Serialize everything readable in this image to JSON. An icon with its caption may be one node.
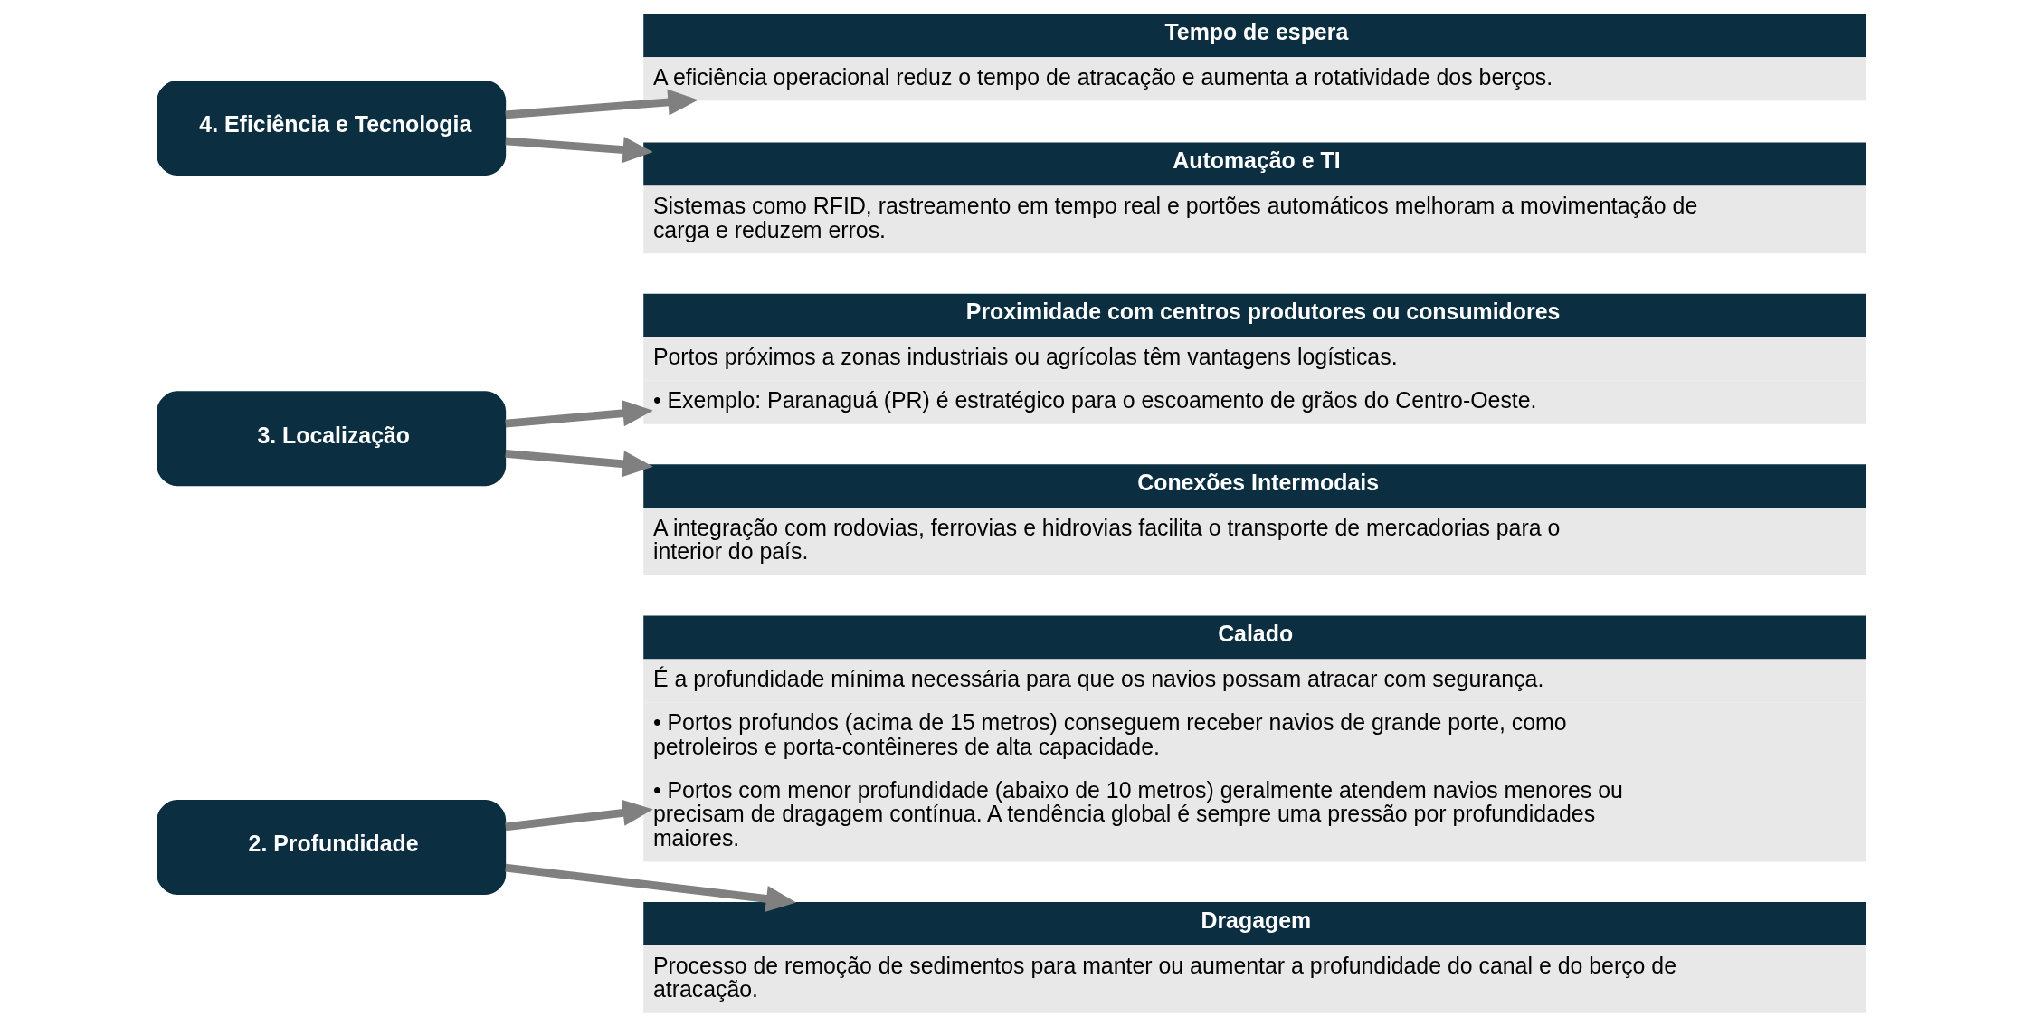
{
  "diagram": {
    "nodes": [
      {
        "text": [
          "2. Profundidade"
        ]
      },
      {
        "text": [
          "Calado",
          "É a profundidade mínima necessária para que os navios possam atracar com segurança.",
          "• Portos profundos (acima de 15 metros) conseguem receber navios de grande porte, como petroleiros e porta-contêineres de alta capacidade.",
          "• Portos com menor profundidade (abaixo de 10 metros) geralmente atendem navios menores ou precisam de dragagem contínua. A tendência global é sempre uma pressão por profundidades maiores."
        ]
      },
      {
        "text": [
          "Dragagem",
          "Processo de remoção de sedimentos para manter ou aumentar a profundidade do canal e do berço de atracação."
        ]
      },
      {
        "text": [
          "3. Localização"
        ]
      },
      {
        "text": [
          "Proximidade com centros produtores ou consumidores",
          "Portos próximos a zonas industriais ou agrícolas têm vantagens logísticas.",
          "• Exemplo: Paranaguá (PR) é estratégico para o escoamento de grãos do Centro-Oeste."
        ]
      },
      {
        "text": [
          "Conexões Intermodais",
          "A integração com rodovias, ferrovias e hidrovias facilita o transporte de mercadorias para o interior do país."
        ]
      },
      {
        "text": [
          "4. Eficiência e Tecnologia"
        ]
      },
      {
        "text": [
          "Tempo de espera",
          "A eficiência operacional reduz o tempo de atracação e aumenta a rotatividade dos berços."
        ]
      },
      {
        "text": [
          "Automação e TI",
          "Sistemas como RFID, rastreamento em tempo real e portões automáticos melhoram a movimentação de carga e reduzem erros."
        ]
      }
    ],
    "edges": [
      {
        "from": 0,
        "to": 1,
        "arrow": "to"
      },
      {
        "from": 0,
        "to": 2,
        "arrow": "to"
      },
      {
        "from": 3,
        "to": 4,
        "arrow": "to"
      },
      {
        "from": 3,
        "to": 5,
        "arrow": "to"
      },
      {
        "from": 6,
        "to": 7,
        "arrow": "to"
      },
      {
        "from": 6,
        "to": 8,
        "arrow": "to"
      }
    ]
  }
}
